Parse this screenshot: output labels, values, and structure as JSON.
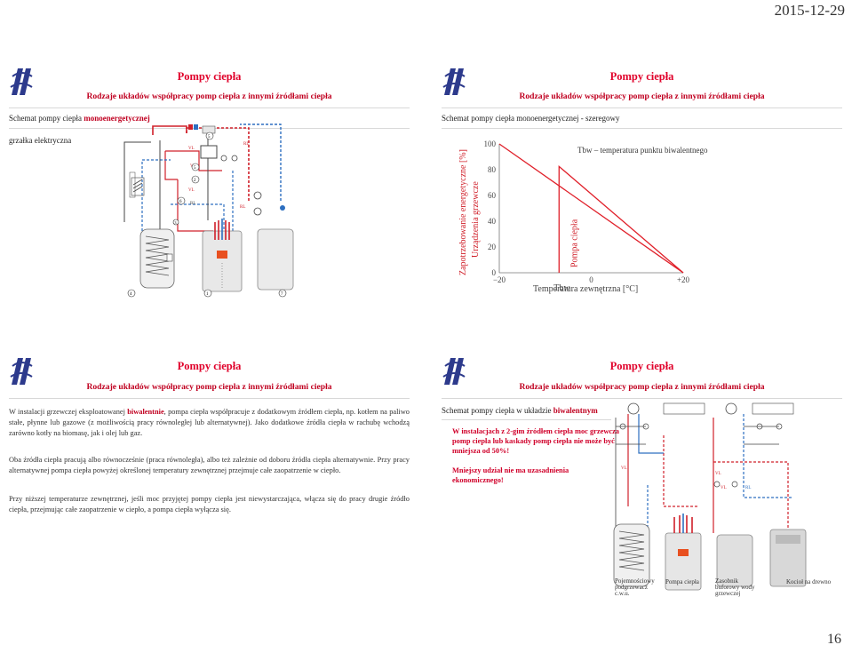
{
  "page": {
    "date": "2015-12-29",
    "number": "16"
  },
  "header": {
    "title": "Pompy ciepła",
    "subtitle": "Rodzaje układów współpracy pomp ciepła z innymi źródłami ciepła"
  },
  "slide1": {
    "line1_a": "Schemat pompy ciepła ",
    "line1_b": "monoenergetycznej",
    "line2": "grzałka elektryczna",
    "tags": {
      "vl": "VL",
      "rl": "RL"
    },
    "markers": {
      "m5": "5",
      "m2": "2",
      "m6": "6",
      "m3": "3",
      "m4": "4",
      "m1": "1",
      "m7": "7"
    }
  },
  "slide2": {
    "line1": "Schemat pompy ciepła monoenergetycznej - szeregowy",
    "legend": "Tbw – temperatura punktu biwalentnego",
    "ylabel1": "Zapotrzebowanie energetyczne [%]",
    "ylabel2": "Urządzenia grzewcze",
    "xlabel": "Temperatura zewnętrzna [°C]",
    "pump_label": "Pompa ciepła",
    "tbw_label": "Tbw"
  },
  "chart_data": {
    "type": "line",
    "title": "",
    "xlabel": "Temperatura zewnętrzna [°C]",
    "ylabel": "Zapotrzebowanie energetyczne [%]",
    "xlim": [
      -20,
      20
    ],
    "ylim": [
      0,
      100
    ],
    "x_ticks": [
      -20,
      0,
      20
    ],
    "x_tick_labels": [
      "−20",
      "0",
      "+20"
    ],
    "y_ticks": [
      0,
      20,
      40,
      60,
      80,
      100
    ],
    "series": [
      {
        "x": [
          -20,
          20
        ],
        "y": [
          100,
          0
        ]
      },
      {
        "x": [
          -7,
          -7,
          20
        ],
        "y": [
          0,
          82.5,
          0
        ]
      }
    ],
    "colors": {
      "demand": "#e0202a",
      "axis": "#555555"
    }
  },
  "slide3": {
    "p1": [
      "W instalacji grzewczej eksploatowanej ",
      "biwalentnie",
      ", pompa ciepła współpracuje z dodatkowym źródłem ciepła, np. kotłem na paliwo stałe, płynne lub gazowe (z możliwością pracy równoległej lub alternatywnej). Jako dodatkowe źródła ciepła w rachubę wchodzą zarówno kotły na biomasę, jak i olej lub gaz."
    ],
    "p2": "Oba źródła ciepła pracują albo równocześnie (praca równoległa), albo też zależnie od doboru źródła ciepła alternatywnie. Przy pracy alternatywnej pompa ciepła powyżej określonej temperatury zewnętrznej przejmuje całe zaopatrzenie w ciepło.",
    "p3": "Przy niższej temperaturze zewnętrznej, jeśli moc przyjętej pompy ciepła jest niewystarczająca, włącza się do pracy drugie źródło ciepła, przejmując całe zaopatrzenie w ciepło, a pompa ciepła wyłącza się."
  },
  "slide4": {
    "line1_a": "Schemat pompy ciepła w układzie ",
    "line1_b": "biwalentnym",
    "red1": "W instalacjach z 2-gim źródłem ciepła moc grzewcza pomp ciepła lub kaskady pomp ciepła nie może być mniejsza od 50%!",
    "red2": "Mniejszy udział nie ma uzasadnienia ekonomicznego!",
    "captions": {
      "c1": "Pojemnościowy podgrzewacz c.w.u.",
      "c2": "Pompa ciepła",
      "c3": "Zasobnik buforowy wody grzewczej",
      "c4": "Kocioł na drewno"
    },
    "tags": {
      "vl": "VL",
      "rl": "RL"
    }
  }
}
